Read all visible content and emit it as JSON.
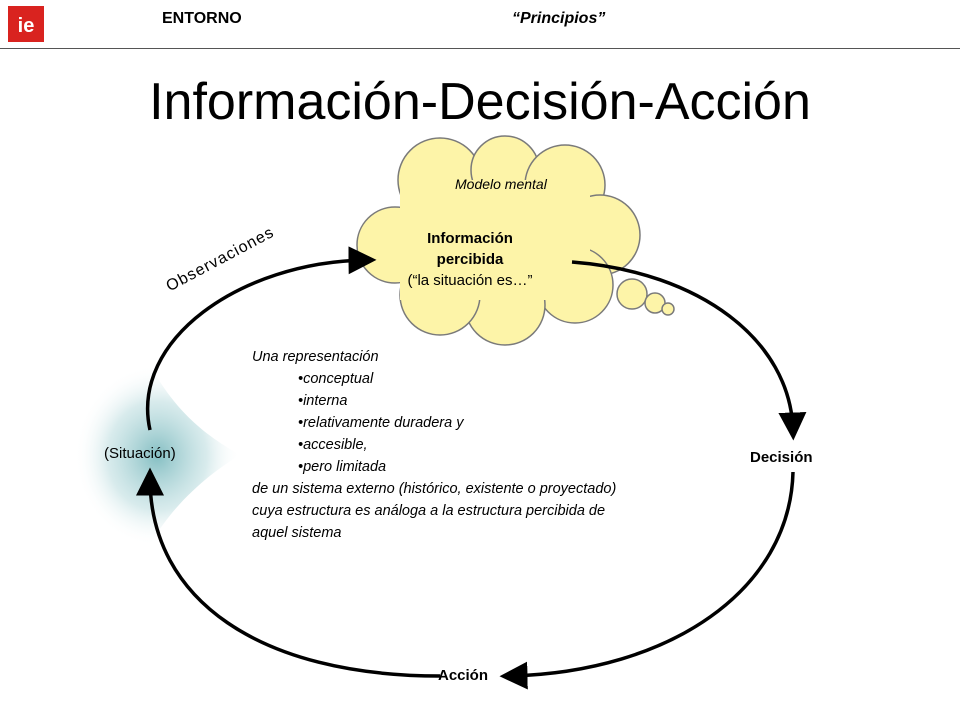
{
  "header": {
    "logo_text": "ie",
    "section": "ENTORNO",
    "topic": "“Principios”"
  },
  "title": "Información-Decisión-Acción",
  "diagram": {
    "cloud_title": "Modelo mental",
    "cloud_line1": "Información",
    "cloud_line2": "percibida",
    "cloud_line3": "(“la situación es…”",
    "observations": "Observaciones",
    "situation": "(Situación)",
    "decision": "Decisión",
    "action": "Acción",
    "description": {
      "intro": "Una representación",
      "bullets": [
        "•conceptual",
        "•interna",
        "•relativamente duradera y",
        "•accesible,",
        "•pero limitada"
      ],
      "line1": "de un sistema externo (histórico, existente o proyectado)",
      "line2": "cuya estructura es análoga a la estructura percibida de",
      "line3": "aquel sistema"
    },
    "colors": {
      "cloud_fill": "#fdf4a8",
      "cloud_stroke": "#7a7a7a",
      "arrow": "#000000",
      "situation_glow": "#6fb3b8",
      "logo_red": "#d9231f"
    }
  }
}
